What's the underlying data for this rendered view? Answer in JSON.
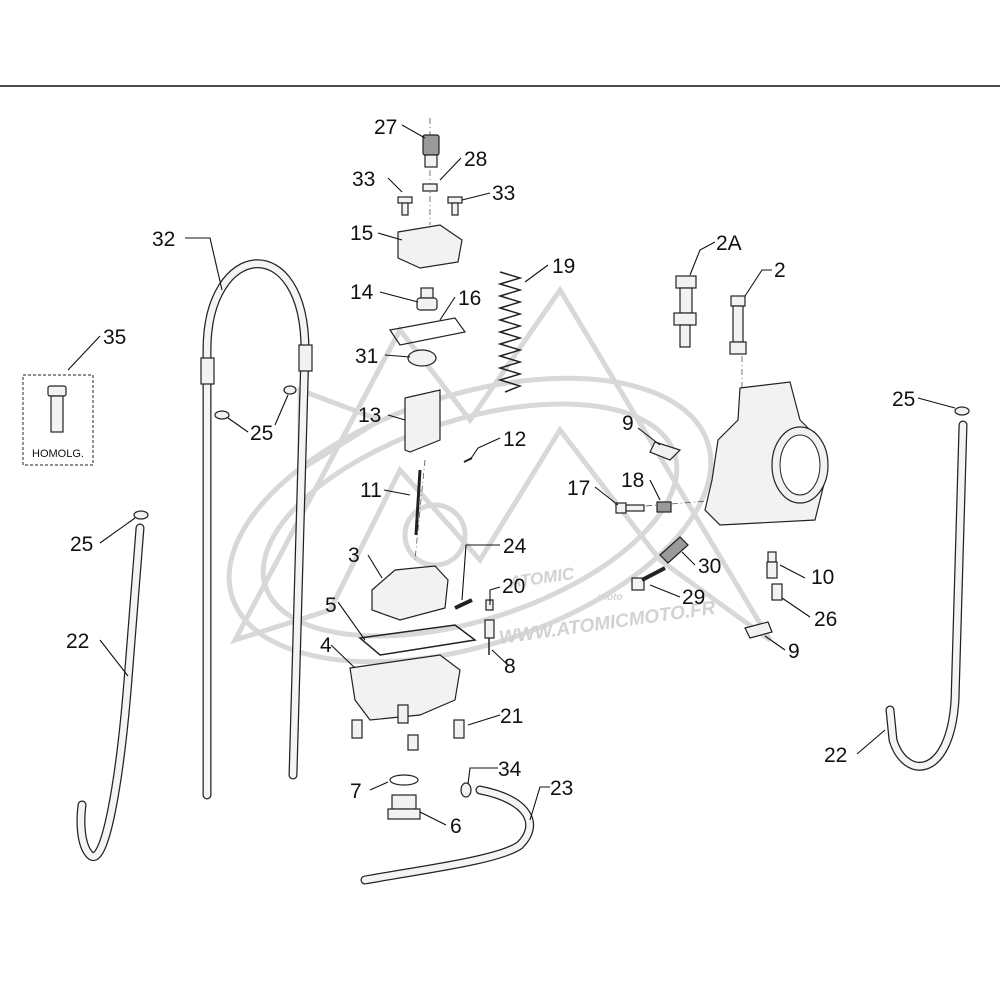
{
  "callouts": {
    "c27": "27",
    "c28": "28",
    "c33a": "33",
    "c33b": "33",
    "c15": "15",
    "c32": "32",
    "c2a": "2A",
    "c2": "2",
    "c19": "19",
    "c14": "14",
    "c16": "16",
    "c35": "35",
    "c31": "31",
    "c25a": "25",
    "c25b": "25",
    "c25c": "25",
    "c13": "13",
    "c9a": "9",
    "c12": "12",
    "c18": "18",
    "c17": "17",
    "c11": "11",
    "c24": "24",
    "c3": "3",
    "c30": "30",
    "c20": "20",
    "c10": "10",
    "c29": "29",
    "c5": "5",
    "c26": "26",
    "c4": "4",
    "c8": "8",
    "c9b": "9",
    "c22a": "22",
    "c21": "21",
    "c22b": "22",
    "c7": "7",
    "c34": "34",
    "c23": "23",
    "c6": "6"
  },
  "homolog_label": "HOMOLG.",
  "watermark": {
    "brand": "ATOMIC",
    "sub": "moto",
    "url": "WWW.ATOMICMOTO.FR"
  },
  "colors": {
    "line": "#111111",
    "part_fill": "#f2f2f2",
    "watermark": "#d8d8d8"
  }
}
